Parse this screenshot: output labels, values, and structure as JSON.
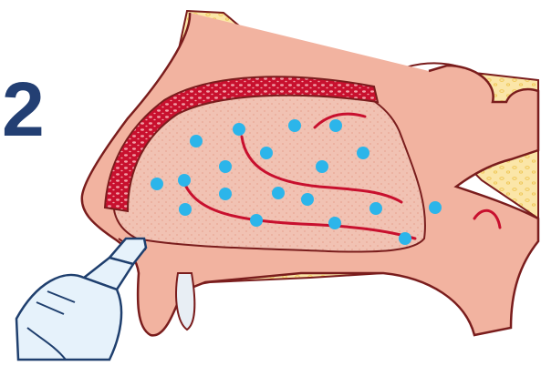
{
  "step": {
    "number": "2"
  },
  "illustration": {
    "subject": "nasal-cavity-cross-section-with-spray-bottle",
    "droplet_count": 19,
    "colors": {
      "outline": "#7a1d1d",
      "skin": "#f2b3a0",
      "skin_dark": "#e8957f",
      "mucosa_fill": "#f1c2b3",
      "mucosa_red": "#c8102e",
      "bone": "#fbe6a8",
      "bone_dots": "#f0c95a",
      "droplet": "#2cb5ea",
      "bottle": "#e6f2fb",
      "bottle_line": "#1f3f6e",
      "step_number": "#233f73"
    }
  }
}
